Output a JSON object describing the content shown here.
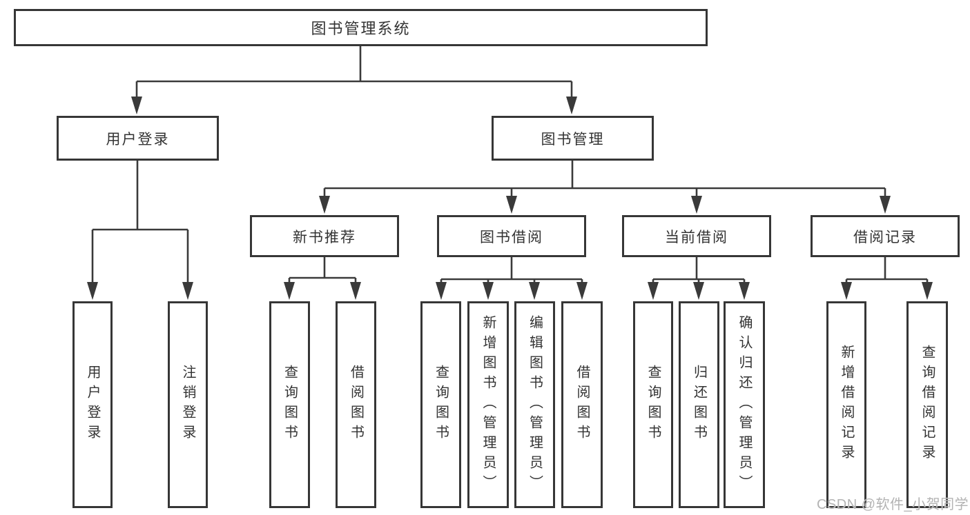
{
  "tree": {
    "label": "图书管理系统",
    "children": [
      {
        "label": "用户登录",
        "children": [
          {
            "label": "用户登录"
          },
          {
            "label": "注销登录"
          }
        ]
      },
      {
        "label": "图书管理",
        "children": [
          {
            "label": "新书推荐",
            "children": [
              {
                "label": "查询图书"
              },
              {
                "label": "借阅图书"
              }
            ]
          },
          {
            "label": "图书借阅",
            "children": [
              {
                "label": "查询图书"
              },
              {
                "label": "新增图书（管理员）"
              },
              {
                "label": "编辑图书（管理员）"
              },
              {
                "label": "借阅图书"
              }
            ]
          },
          {
            "label": "当前借阅",
            "children": [
              {
                "label": "查询图书"
              },
              {
                "label": "归还图书"
              },
              {
                "label": "确认归还（管理员）"
              }
            ]
          },
          {
            "label": "借阅记录",
            "children": [
              {
                "label": "新增借阅记录"
              },
              {
                "label": "查询借阅记录"
              }
            ]
          }
        ]
      }
    ]
  },
  "watermark": "CSDN @软件_小贺同学",
  "colors": {
    "line": "#3a3a3a",
    "box_border": "#363636",
    "text": "#333333",
    "watermark": "#b3b3b3",
    "background": "#ffffff"
  }
}
